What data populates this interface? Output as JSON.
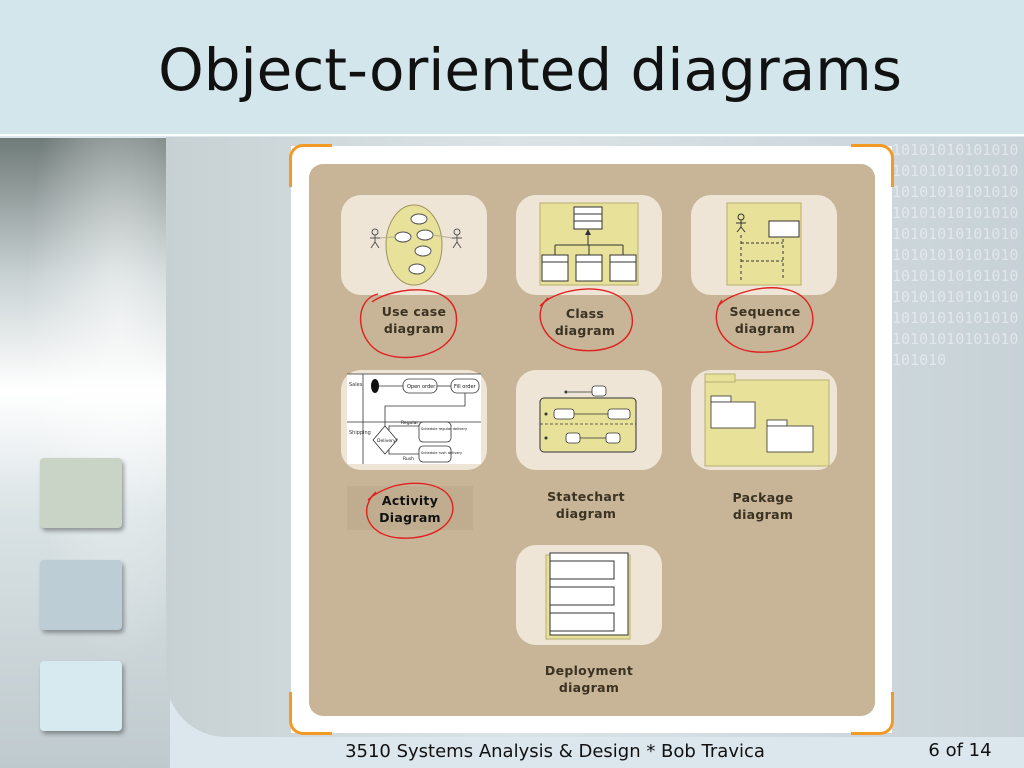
{
  "slide": {
    "title": "Object-oriented diagrams",
    "footer": "3510 Systems Analysis & Design * Bob Travica",
    "page": "6 of 14"
  },
  "decor": {
    "binary_text": "10101010101010101010101010101010101010101010101010101010101010101010101010101010101010101010101010101010101010101010101010101010101010101010101010"
  },
  "colors": {
    "title_bg": "#d3e6ec",
    "figure_bg": "#c8b496",
    "thumb_bg": "#eee5d6",
    "accent_orange": "#f39a24",
    "ink_red": "#e02020",
    "square_1": "#c9d3c6",
    "square_2": "#bccdd5",
    "square_3": "#d6eaf0"
  },
  "diagrams": [
    {
      "line1": "Use case",
      "line2": "diagram",
      "circled": true
    },
    {
      "line1": "Class",
      "line2": "diagram",
      "circled": true
    },
    {
      "line1": "Sequence",
      "line2": "diagram",
      "circled": true
    },
    {
      "line1": "Activity",
      "line2": "Diagram",
      "circled": true
    },
    {
      "line1": "Statechart",
      "line2": "diagram",
      "circled": false
    },
    {
      "line1": "Package",
      "line2": "diagram",
      "circled": false
    },
    {
      "line1": "Deployment",
      "line2": "diagram",
      "circled": false
    }
  ],
  "activity_thumb": {
    "lane_1": "Sales",
    "lane_2": "Shipping",
    "open_order": "Open order",
    "fill_order": "Fill order",
    "delivery": "Delivery?",
    "regular": "Regular",
    "rush": "Rush",
    "schedule_regular": "Schedule regular delivery",
    "schedule_rush": "Schedule rush delivery"
  }
}
